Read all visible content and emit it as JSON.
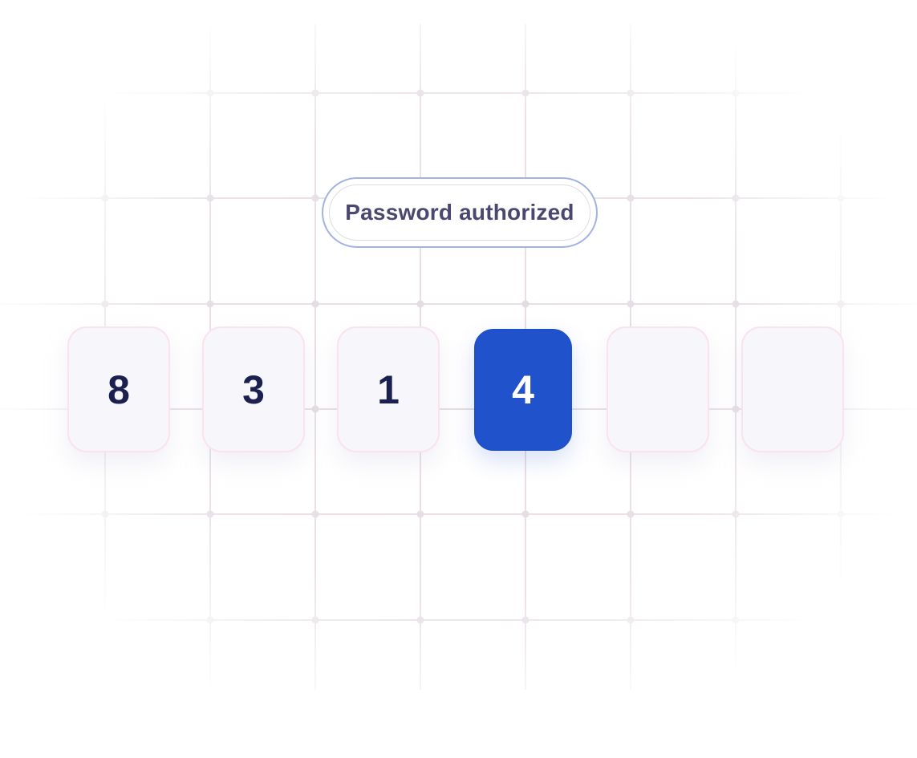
{
  "status": {
    "label": "Password authorized"
  },
  "otp": {
    "digits": [
      "8",
      "3",
      "1",
      "4",
      "",
      ""
    ],
    "active_index": 3
  },
  "colors": {
    "active_box": "#2052cc",
    "digit_text": "#1b2050",
    "box_fill": "#f7f7fb",
    "box_border": "#fae3ee",
    "pill_outer_border": "#a2b3e2",
    "pill_text": "#4a4770",
    "grid_line": "#e7dde4"
  }
}
